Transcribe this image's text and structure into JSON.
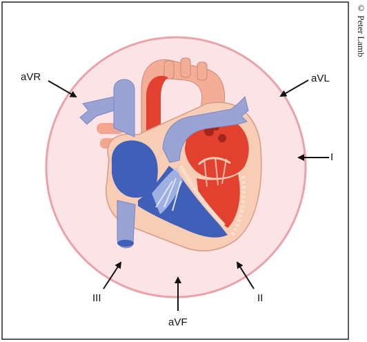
{
  "credit": "© Peter Lamb",
  "leads": {
    "avr": "aVR",
    "avl": "aVL",
    "lead_i": "I",
    "lead_ii": "II",
    "lead_iii": "III",
    "avf": "aVF"
  },
  "colors": {
    "circle_fill": "#fbe3e6",
    "circle_stroke": "#e8a2a9",
    "deoxygenated": "#3f5fb8",
    "oxygenated": "#e2412f",
    "vessel_blue": "#9aa3d6",
    "vessel_pink": "#f2a58f",
    "muscle": "#f5c6ae"
  }
}
